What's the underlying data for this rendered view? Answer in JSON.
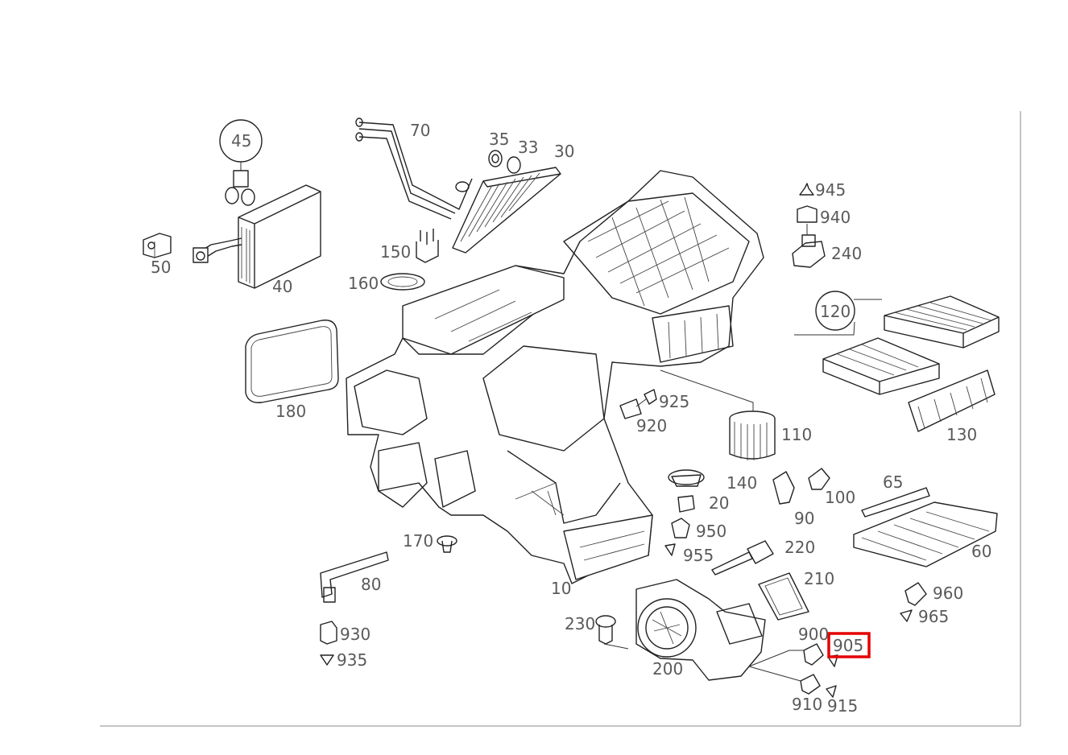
{
  "diagram": {
    "labels": {
      "l45": "45",
      "l70": "70",
      "l35": "35",
      "l33": "33",
      "l30": "30",
      "l945": "945",
      "l940": "940",
      "l240": "240",
      "l50": "50",
      "l40": "40",
      "l150": "150",
      "l160": "160",
      "l120": "120",
      "l180": "180",
      "l925": "925",
      "l920": "920",
      "l110": "110",
      "l130": "130",
      "l140": "140",
      "l65": "65",
      "l20": "20",
      "l90": "90",
      "l100": "100",
      "l950": "950",
      "l170": "170",
      "l955": "955",
      "l220": "220",
      "l60": "60",
      "l80": "80",
      "l210": "210",
      "l10": "10",
      "l960": "960",
      "l965": "965",
      "l230": "230",
      "l930": "930",
      "l900": "900",
      "l905": "905",
      "l935": "935",
      "l200": "200",
      "l910": "910",
      "l915": "915"
    },
    "highlighted": "905",
    "highlight_color": "#e60000"
  }
}
